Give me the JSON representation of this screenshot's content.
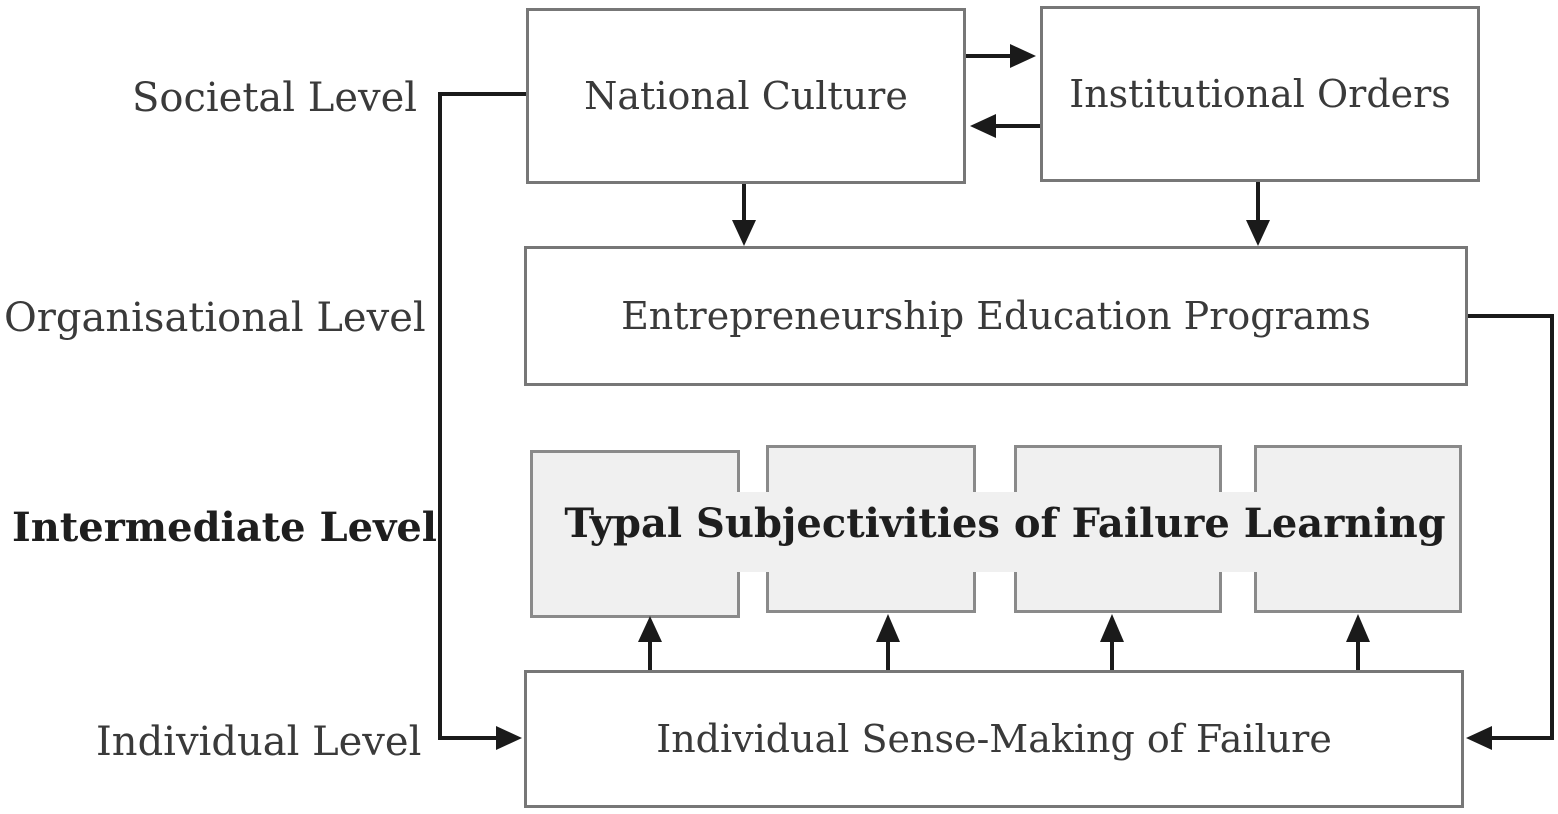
{
  "levels": {
    "societal": "Societal Level",
    "organisational": "Organisational Level",
    "intermediate": "Intermediate Level",
    "individual": "Individual Level"
  },
  "boxes": {
    "national_culture": "National Culture",
    "institutional_orders": "Institutional Orders",
    "entrepreneurship_education": "Entrepreneurship Education Programs",
    "typal_subjectivities": "Typal Subjectivities of Failure Learning",
    "individual_sense_making": "Individual Sense-Making of Failure"
  },
  "colors": {
    "line": "#1a1a1a",
    "box_border": "#777777",
    "sub_box_fill": "#f0f0f0"
  }
}
